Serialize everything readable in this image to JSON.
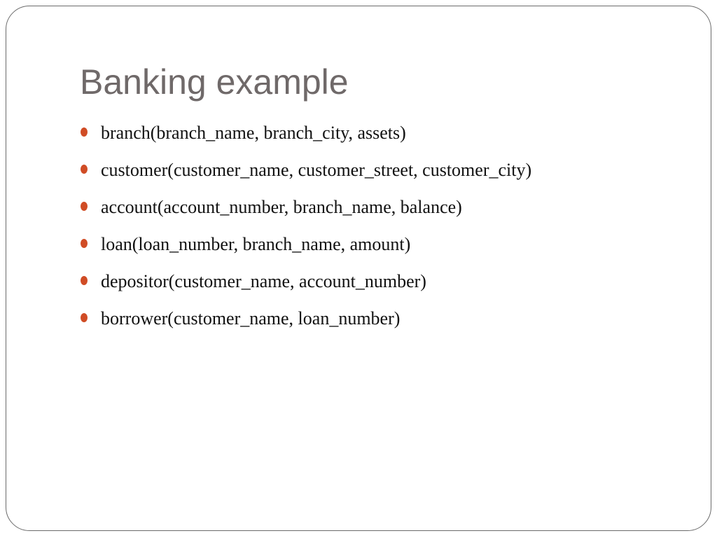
{
  "slide": {
    "title": "Banking example",
    "accent_color": "#d04c25",
    "bullets": [
      "branch(branch_name, branch_city, assets)",
      "customer(customer_name, customer_street, customer_city)",
      "account(account_number, branch_name, balance)",
      "loan(loan_number, branch_name, amount)",
      "depositor(customer_name, account_number)",
      "borrower(customer_name, loan_number)"
    ]
  }
}
